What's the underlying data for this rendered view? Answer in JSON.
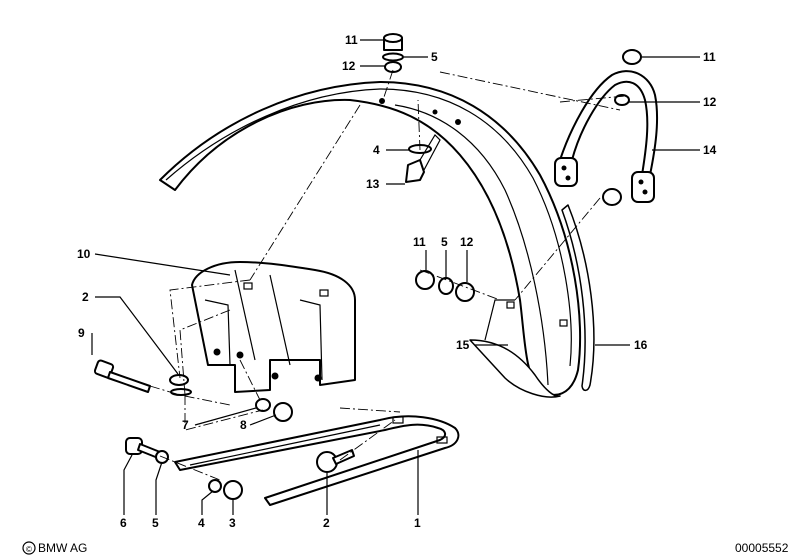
{
  "callouts": [
    {
      "num": "11",
      "id": "c11a"
    },
    {
      "num": "5",
      "id": "c5a"
    },
    {
      "num": "12",
      "id": "c12a"
    },
    {
      "num": "4",
      "id": "c4a"
    },
    {
      "num": "13",
      "id": "c13"
    },
    {
      "num": "11",
      "id": "c11b"
    },
    {
      "num": "12",
      "id": "c12b"
    },
    {
      "num": "14",
      "id": "c14"
    },
    {
      "num": "10",
      "id": "c10"
    },
    {
      "num": "11",
      "id": "c11c"
    },
    {
      "num": "5",
      "id": "c5b"
    },
    {
      "num": "12",
      "id": "c12c"
    },
    {
      "num": "2",
      "id": "c2a"
    },
    {
      "num": "9",
      "id": "c9"
    },
    {
      "num": "15",
      "id": "c15"
    },
    {
      "num": "16",
      "id": "c16"
    },
    {
      "num": "7",
      "id": "c7"
    },
    {
      "num": "8",
      "id": "c8"
    },
    {
      "num": "6",
      "id": "c6"
    },
    {
      "num": "5",
      "id": "c5c"
    },
    {
      "num": "4",
      "id": "c4b"
    },
    {
      "num": "3",
      "id": "c3"
    },
    {
      "num": "2",
      "id": "c2b"
    },
    {
      "num": "1",
      "id": "c1"
    }
  ],
  "footer": {
    "brand": "BMW AG",
    "copyright_symbol": "©",
    "diagram_number": "00005552"
  }
}
